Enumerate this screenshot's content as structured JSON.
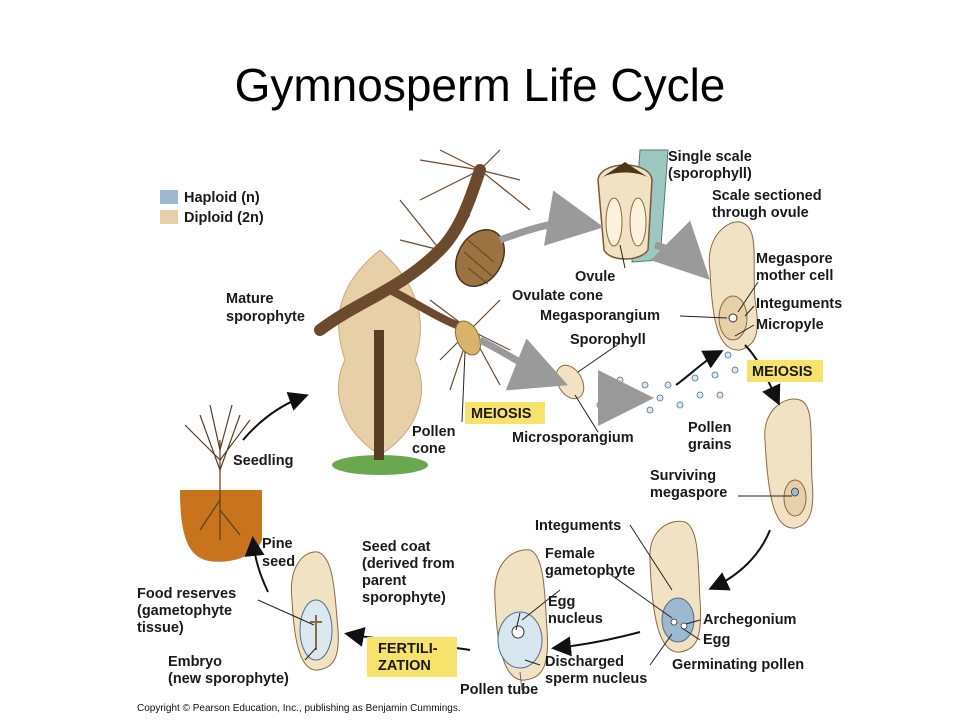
{
  "title": "Gymnosperm Life Cycle",
  "legend": [
    {
      "label": "Haploid (n)",
      "color": "#9db9cf"
    },
    {
      "label": "Diploid (2n)",
      "color": "#e7cfa8"
    }
  ],
  "labels": {
    "single_scale": [
      "Single scale",
      "(sporophyll)"
    ],
    "scale_sectioned": [
      "Scale sectioned",
      "through ovule"
    ],
    "megaspore_mother": [
      "Megaspore",
      "mother cell"
    ],
    "integuments_top": "Integuments",
    "micropyle": "Micropyle",
    "ovule": "Ovule",
    "ovulate_cone": "Ovulate cone",
    "megasporangium": "Megasporangium",
    "sporophyll": "Sporophyll",
    "mature_sporophyte": [
      "Mature",
      "sporophyte"
    ],
    "meiosis_left": "MEIOSIS",
    "meiosis_right": "MEIOSIS",
    "pollen_cone": [
      "Pollen",
      "cone"
    ],
    "microsporangium": "Microsporangium",
    "pollen_grains": [
      "Pollen",
      "grains"
    ],
    "seedling": "Seedling",
    "surviving_megaspore": [
      "Surviving",
      "megaspore"
    ],
    "integuments_bottom": "Integuments",
    "female_gametophyte": [
      "Female",
      "gametophyte"
    ],
    "pine_seed": [
      "Pine",
      "seed"
    ],
    "seed_coat": [
      "Seed coat",
      "(derived from",
      "parent",
      "sporophyte)"
    ],
    "egg_nucleus": [
      "Egg",
      "nucleus"
    ],
    "archegonium": "Archegonium",
    "egg": "Egg",
    "food_reserves": [
      "Food reserves",
      "(gametophyte",
      "tissue)"
    ],
    "fertilization": [
      "FERTILI-",
      "ZATION"
    ],
    "germinating_pollen": "Germinating pollen",
    "discharged_sperm": [
      "Discharged",
      "sperm nucleus"
    ],
    "embryo": [
      "Embryo",
      "(new sporophyte)"
    ],
    "pollen_tube": "Pollen tube"
  },
  "colors": {
    "tan": "#e7cfa8",
    "haploid_blue": "#9db9cf",
    "meiosis_yellow": "#f7e26b",
    "branch_brown": "#6b4a2e",
    "soil": "#c8741c",
    "grass": "#6aa84f"
  },
  "copyright": "Copyright © Pearson Education, Inc., publishing as Benjamin Cummings."
}
